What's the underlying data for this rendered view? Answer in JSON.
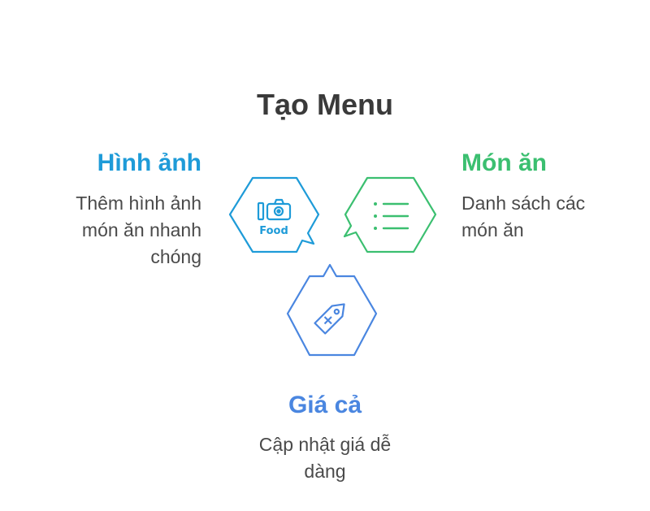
{
  "title": "Tạo Menu",
  "colors": {
    "images": "#1e9bd8",
    "dishes": "#3bbf70",
    "price": "#4a86e0",
    "title": "#3a3a3a",
    "text": "#4a4a4a"
  },
  "sections": {
    "images": {
      "heading": "Hình ảnh",
      "description": "Thêm hình ảnh món ăn nhanh chóng",
      "icon": "food-camera-icon",
      "icon_label": "Food"
    },
    "dishes": {
      "heading": "Món ăn",
      "description": "Danh sách các món ăn",
      "icon": "list-icon"
    },
    "price": {
      "heading": "Giá cả",
      "description": "Cập nhật giá dễ dàng",
      "icon": "price-tag-icon"
    }
  }
}
